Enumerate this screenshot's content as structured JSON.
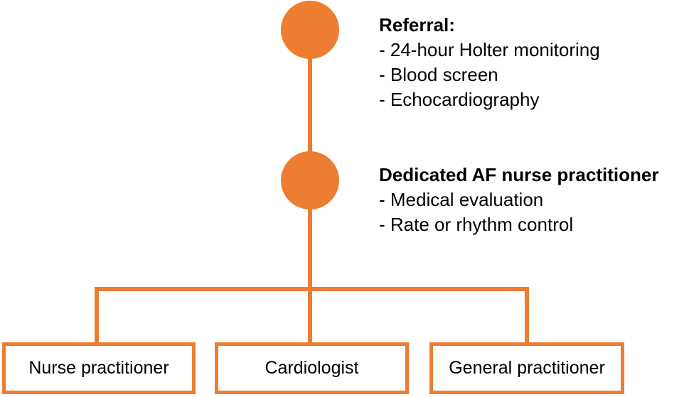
{
  "colors": {
    "accent": "#ed7d31",
    "text": "#000000",
    "background": "#ffffff"
  },
  "steps": [
    {
      "heading": "Referral:",
      "bullets": [
        "- 24-hour Holter monitoring",
        "- Blood screen",
        "- Echocardiography"
      ]
    },
    {
      "heading": "Dedicated AF nurse practitioner",
      "bullets": [
        "- Medical evaluation",
        "- Rate or rhythm control"
      ]
    }
  ],
  "outcomes": [
    "Nurse practitioner",
    "Cardiologist",
    "General practitioner"
  ]
}
